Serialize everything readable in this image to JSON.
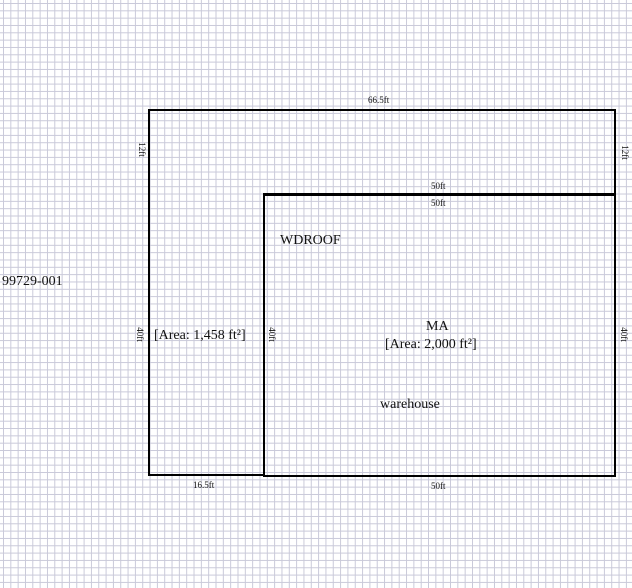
{
  "sketch": {
    "parcel_id": "99729-001",
    "areas": [
      {
        "name": "WDROOF",
        "area_label": "[Area: 1,458 ft²]",
        "dimensions": {
          "top": "66.5ft",
          "left_upper": "12ft",
          "left": "40ft",
          "bottom": "16.5ft",
          "right_inner": "40ft",
          "right_upper": "12ft"
        }
      },
      {
        "name": "MA",
        "area_label": "[Area: 2,000 ft²]",
        "description": "warehouse",
        "dimensions": {
          "top_outer": "50ft",
          "top_inner": "50ft",
          "right": "40ft",
          "bottom": "50ft"
        }
      }
    ]
  }
}
